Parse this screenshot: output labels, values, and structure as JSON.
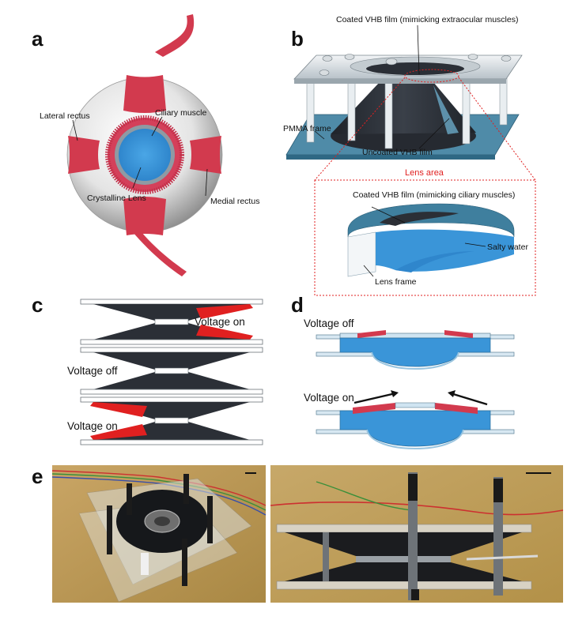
{
  "panels": {
    "a": "a",
    "b": "b",
    "c": "c",
    "d": "d",
    "e": "e"
  },
  "panel_a": {
    "lateral_rectus": "Lateral rectus",
    "ciliary_muscle": "Ciliary muscle",
    "crystalline_lens": "Crystalline Lens",
    "medial_rectus": "Medial rectus"
  },
  "panel_b": {
    "coated_top": "Coated VHB film (mimicking extraocular muscles)",
    "pmma_frame": "PMMA frame",
    "uncoated": "Uncoated VHB film",
    "lens_area": "Lens area",
    "coated_ciliary": "Coated VHB film (mimicking ciliary muscles)",
    "salty_water": "Salty water",
    "lens_frame": "Lens frame"
  },
  "panel_c": {
    "voltage_on_top": "Voltage on",
    "voltage_off": "Voltage off",
    "voltage_on_bottom": "Voltage on"
  },
  "panel_d": {
    "voltage_off": "Voltage off",
    "voltage_on": "Voltage on"
  },
  "colors": {
    "muscle_red": "#d23a4e",
    "lens_blue": "#3a95d8",
    "film_dark": "#2b2f36",
    "frame_blue": "#3f7f9e",
    "dotted_red": "#e02020"
  }
}
